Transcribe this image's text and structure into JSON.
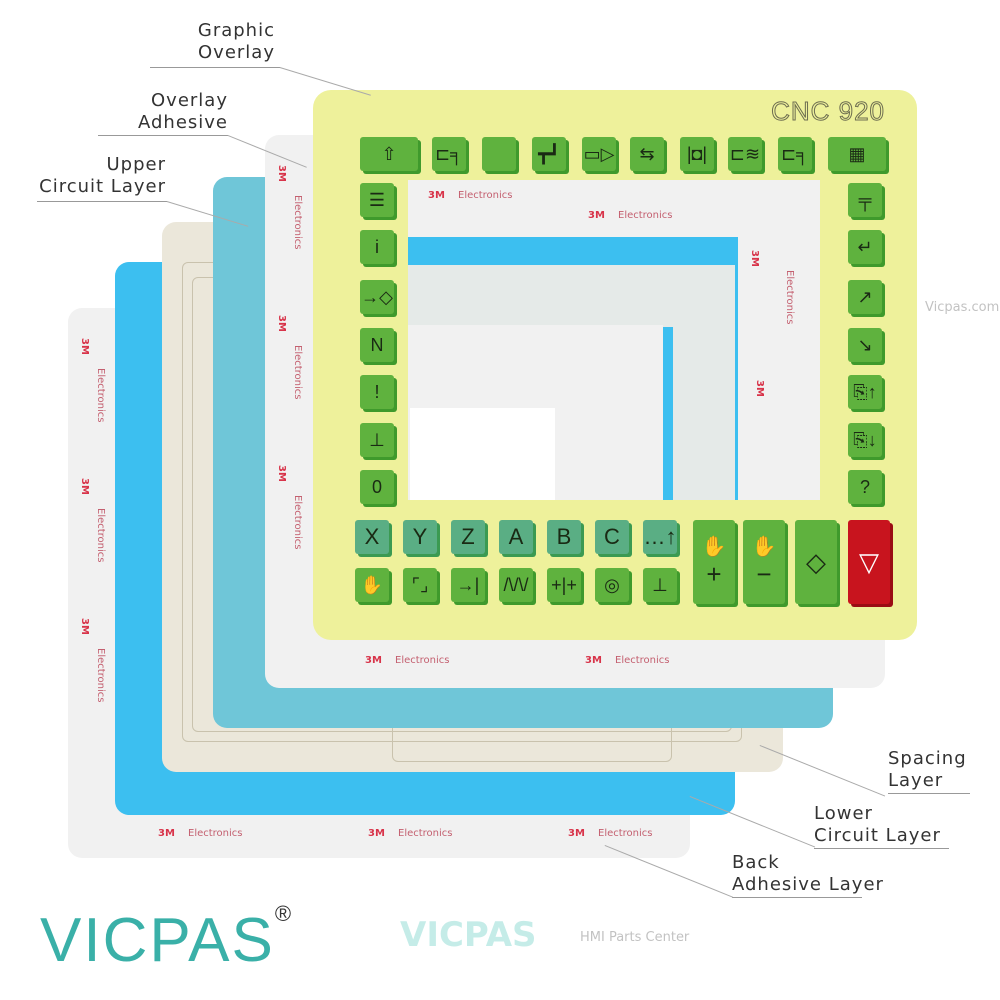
{
  "product_label": "CNC 920",
  "layers": {
    "graphic_overlay": [
      "Graphic",
      "Overlay"
    ],
    "overlay_adhesive": [
      "Overlay",
      "Adhesive"
    ],
    "upper_circuit": [
      "Upper",
      "Circuit Layer"
    ],
    "spacing": [
      "Spacing",
      "Layer"
    ],
    "lower_circuit": [
      "Lower",
      "Circuit Layer"
    ],
    "back_adhesive": [
      "Back",
      "Adhesive Layer"
    ]
  },
  "adhesive_print": {
    "brand": "3M",
    "text": "Electronics"
  },
  "keys": {
    "top": [
      "⇧",
      "⊏╕",
      "",
      "┳┛",
      "▭▷",
      "⇆",
      "|◘|",
      "⊏≋",
      "⊏╕",
      "▦"
    ],
    "left": [
      "☰",
      "i",
      "→◇",
      "N",
      "!",
      "⊥",
      "0"
    ],
    "right": [
      "╤",
      "↵",
      "↗",
      "↘",
      "⎘↑",
      "⎘↓",
      "?"
    ],
    "axis_row": [
      "X",
      "Y",
      "Z",
      "A",
      "B",
      "C",
      "…↑"
    ],
    "func_row": [
      "✋",
      "⌜⌟",
      "→|",
      "/\\/\\/",
      "+|+",
      "◎",
      "⊥"
    ],
    "jog_plus": {
      "icon": "✋",
      "sign": "+"
    },
    "jog_minus": {
      "icon": "✋",
      "sign": "−"
    },
    "start": "◇",
    "stop": "▽"
  },
  "watermark": {
    "brand": "VICPAS",
    "sub": "HMI Parts Center",
    "url": "Vicpas.com"
  },
  "logo": {
    "text": "VICPAS",
    "mark": "®"
  },
  "colors": {
    "overlay": "#eef19b",
    "key_green": "#5fb23e",
    "key_teal": "#5aae84",
    "stop_red": "#c8141e",
    "circuit_blue": "#3cbff0",
    "logo_teal": "#3ab0a8"
  }
}
